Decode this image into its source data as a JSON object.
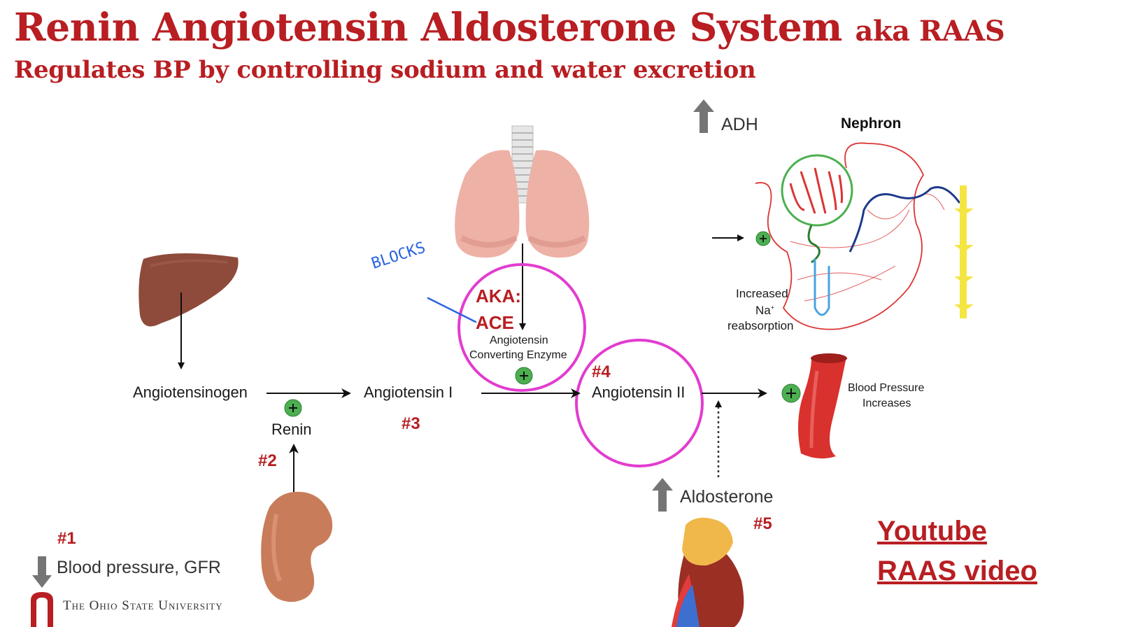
{
  "header": {
    "title": "Renin Angiotensin Aldosterone System",
    "title_suffix": "aka RAAS",
    "subtitle": "Regulates BP by controlling sodium and water excretion"
  },
  "labels": {
    "adh": "ADH",
    "nephron": "Nephron",
    "increased": "Increased",
    "na": "Na",
    "na_sup": "+",
    "reabsorption": "reabsorption",
    "blocks": "BLOCKS",
    "aka_1": "AKA:",
    "aka_2": "ACE",
    "ace_line1": "Angiotensin",
    "ace_line2": "Converting Enzyme",
    "angiotensinogen": "Angiotensinogen",
    "angiotensin_1": "Angiotensin I",
    "angiotensin_2": "Angiotensin II",
    "renin": "Renin",
    "bp_line1": "Blood Pressure",
    "bp_line2": "Increases",
    "aldosterone": "Aldosterone",
    "blood_pressure_gfr": "Blood pressure, GFR",
    "university": "The Ohio State University"
  },
  "steps": {
    "s1": "#1",
    "s2": "#2",
    "s3": "#3",
    "s4": "#4",
    "s5": "#5"
  },
  "link": {
    "line1": "Youtube",
    "line2": "RAAS video"
  },
  "colors": {
    "accent_red": "#b81e22",
    "highlight_circle": "#e23ccf",
    "plus_green": "#4caf50",
    "annotation_blue": "#2a63e0",
    "arrow_gray": "#777777"
  },
  "icons": [
    "liver-icon",
    "lungs-icon",
    "kidney-icon",
    "adrenal-kidney-icon",
    "nephron-icon",
    "blood-vessel-icon",
    "up-arrow-icon",
    "down-arrow-icon",
    "plus-icon",
    "osu-logo"
  ]
}
